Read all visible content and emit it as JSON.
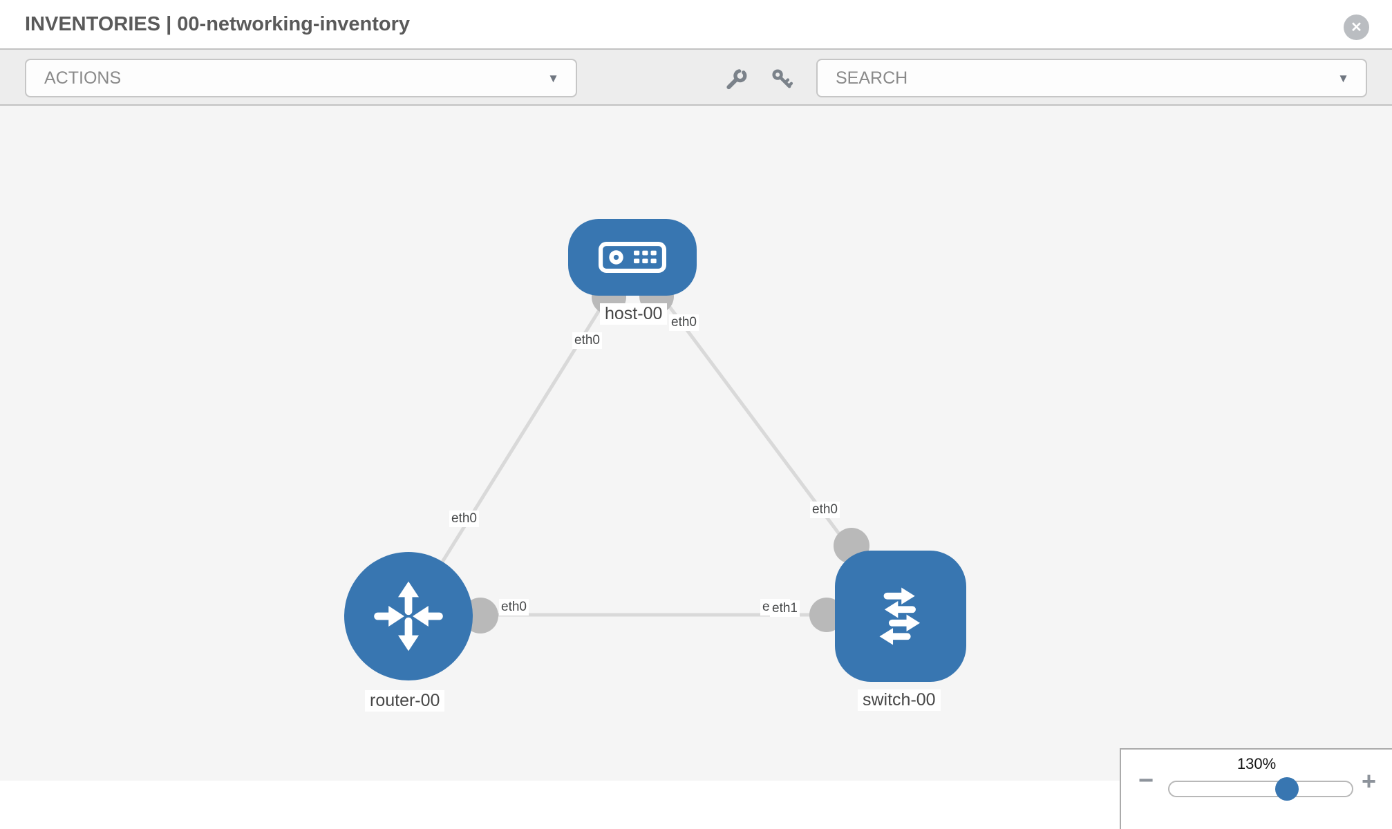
{
  "header": {
    "title": "INVENTORIES | 00-networking-inventory"
  },
  "toolbar": {
    "actions_label": "ACTIONS",
    "search_placeholder": "SEARCH"
  },
  "canvas": {
    "nodes": [
      {
        "id": "host-00",
        "label": "host-00",
        "type": "host"
      },
      {
        "id": "router-00",
        "label": "router-00",
        "type": "router"
      },
      {
        "id": "switch-00",
        "label": "switch-00",
        "type": "switch"
      }
    ],
    "links": [
      {
        "source": "router-00",
        "target": "host-00",
        "labels": {
          "source_side": "eth0",
          "target_side": "eth0"
        }
      },
      {
        "source": "host-00",
        "target": "switch-00",
        "labels": {
          "source_side": "eth0",
          "target_side": "eth0"
        }
      },
      {
        "source": "router-00",
        "target": "switch-00",
        "labels": {
          "source_side": "eth0",
          "target_side": "eth1",
          "target_side_hidden": "eth0"
        }
      }
    ]
  },
  "zoom_panel": {
    "level": "130%"
  },
  "icons": {
    "close": "✕",
    "caret": "▼",
    "minus": "−",
    "plus": "+"
  },
  "colors": {
    "node_blue": "#3876b1",
    "link_gray": "#d9d9d9",
    "connector_gray": "#b9b9b9",
    "toolbar_gray": "#ededed",
    "canvas_gray": "#f5f5f5"
  }
}
